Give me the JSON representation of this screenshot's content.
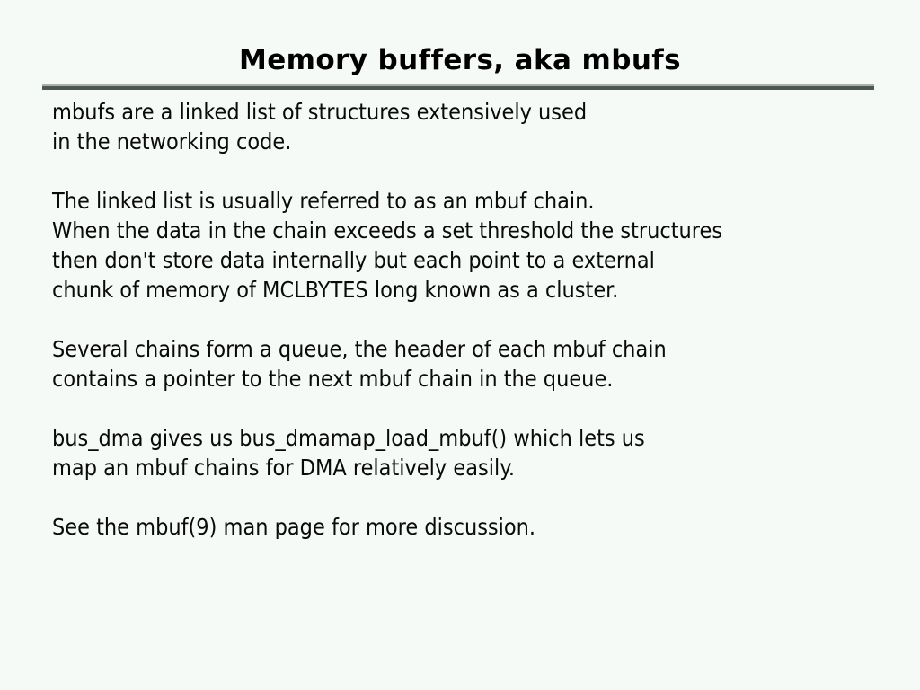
{
  "slide": {
    "title": "Memory buffers, aka mbufs",
    "background_color": "#f5faf6",
    "text_color": "#0a0a0a",
    "rule": {
      "light_color": "#a9b1ac",
      "dark_color": "#4e5753"
    },
    "paragraphs": [
      {
        "id": "intro",
        "lines": [
          "mbufs are a linked list of structures extensively used",
          "in the networking code."
        ]
      },
      {
        "id": "chain-description",
        "lines": [
          "The linked list is usually referred to as an mbuf chain.",
          "When the data in the chain exceeds a set threshold the structures",
          "then don't store data internally but each point to a external",
          "chunk of memory of MCLBYTES long known as a cluster."
        ]
      },
      {
        "id": "queue-description",
        "lines": [
          "Several chains form a queue, the header of each mbuf chain",
          "contains a pointer to the next mbuf chain in the queue."
        ]
      },
      {
        "id": "bus-dma",
        "lines": [
          "bus_dma gives us bus_dmamap_load_mbuf() which lets us",
          "map an mbuf chains for DMA relatively easily."
        ]
      },
      {
        "id": "see-also",
        "lines": [
          "See the mbuf(9) man page for more discussion."
        ]
      }
    ]
  }
}
